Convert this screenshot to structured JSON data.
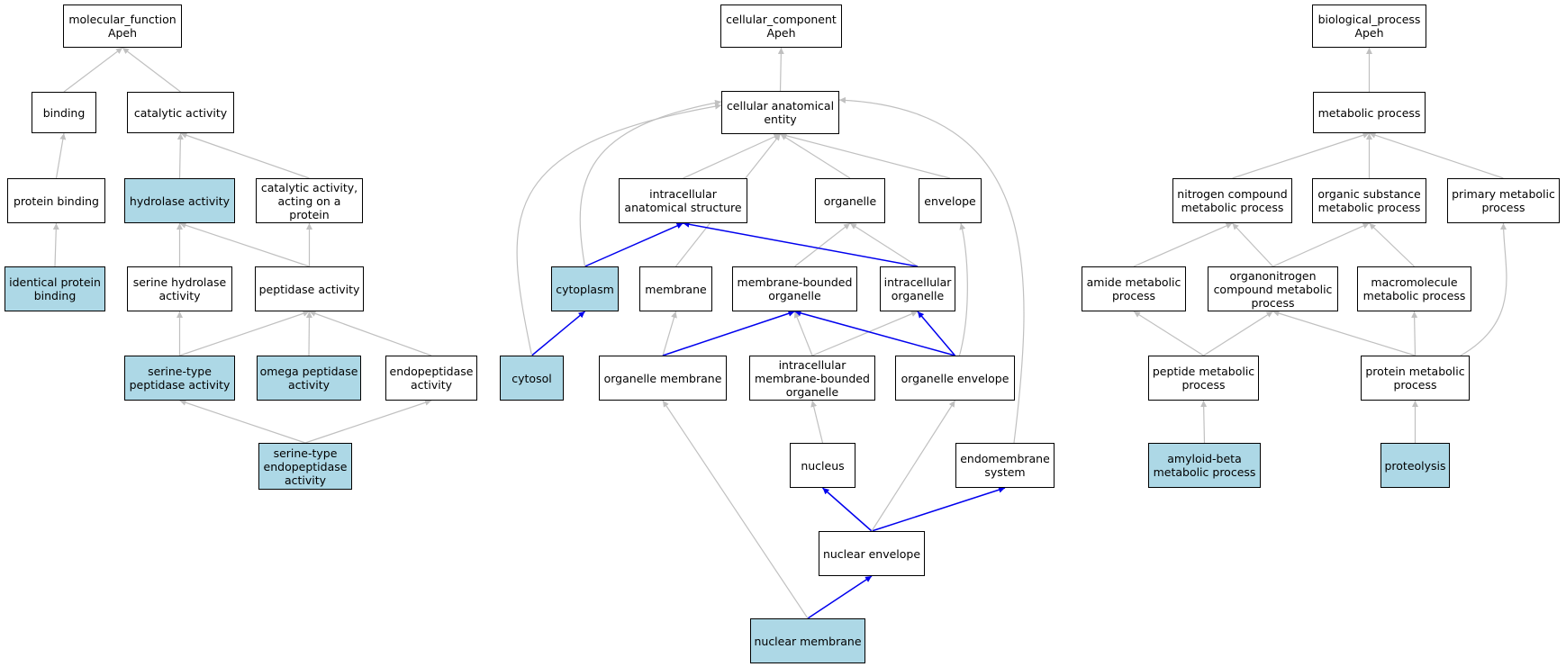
{
  "colors": {
    "highlight_fill": "#add8e6",
    "node_fill": "#ffffff",
    "edge_gray": "#c0c0c0",
    "edge_blue": "#0000ee"
  },
  "nodes": {
    "mf": {
      "label": "molecular_function\nApeh",
      "highlighted": false
    },
    "bind": {
      "label": "binding",
      "highlighted": false
    },
    "cat": {
      "label": "catalytic activity",
      "highlighted": false
    },
    "pbind": {
      "label": "protein binding",
      "highlighted": false
    },
    "hyd": {
      "label": "hydrolase activity",
      "highlighted": true
    },
    "catp": {
      "label": "catalytic activity,\nacting on a\nprotein",
      "highlighted": false
    },
    "idp": {
      "label": "identical protein\nbinding",
      "highlighted": true
    },
    "serh": {
      "label": "serine hydrolase\nactivity",
      "highlighted": false
    },
    "pep": {
      "label": "peptidase activity",
      "highlighted": false
    },
    "serp": {
      "label": "serine-type\npeptidase activity",
      "highlighted": true
    },
    "omeg": {
      "label": "omega peptidase\nactivity",
      "highlighted": true
    },
    "endo": {
      "label": "endopeptidase\nactivity",
      "highlighted": false
    },
    "sere": {
      "label": "serine-type\nendopeptidase\nactivity",
      "highlighted": true
    },
    "cc": {
      "label": "cellular_component\nApeh",
      "highlighted": false
    },
    "cae": {
      "label": "cellular anatomical\nentity",
      "highlighted": false
    },
    "ias": {
      "label": "intracellular\nanatomical structure",
      "highlighted": false
    },
    "org": {
      "label": "organelle",
      "highlighted": false
    },
    "env": {
      "label": "envelope",
      "highlighted": false
    },
    "cyto": {
      "label": "cytoplasm",
      "highlighted": true
    },
    "mem": {
      "label": "membrane",
      "highlighted": false
    },
    "mbo": {
      "label": "membrane-bounded\norganelle",
      "highlighted": false
    },
    "io": {
      "label": "intracellular\norganelle",
      "highlighted": false
    },
    "cytl": {
      "label": "cytosol",
      "highlighted": true
    },
    "om": {
      "label": "organelle membrane",
      "highlighted": false
    },
    "imbo": {
      "label": "intracellular\nmembrane-bounded\norganelle",
      "highlighted": false
    },
    "oe": {
      "label": "organelle envelope",
      "highlighted": false
    },
    "nuc": {
      "label": "nucleus",
      "highlighted": false
    },
    "ems": {
      "label": "endomembrane\nsystem",
      "highlighted": false
    },
    "ne": {
      "label": "nuclear envelope",
      "highlighted": false
    },
    "nm": {
      "label": "nuclear membrane",
      "highlighted": true
    },
    "bp": {
      "label": "biological_process\nApeh",
      "highlighted": false
    },
    "mp": {
      "label": "metabolic process",
      "highlighted": false
    },
    "ncmp": {
      "label": "nitrogen compound\nmetabolic process",
      "highlighted": false
    },
    "osmp": {
      "label": "organic substance\nmetabolic process",
      "highlighted": false
    },
    "pmp": {
      "label": "primary metabolic\nprocess",
      "highlighted": false
    },
    "amp": {
      "label": "amide metabolic\nprocess",
      "highlighted": false
    },
    "oncmp": {
      "label": "organonitrogen\ncompound metabolic\nprocess",
      "highlighted": false
    },
    "macmp": {
      "label": "macromolecule\nmetabolic process",
      "highlighted": false
    },
    "pepmp": {
      "label": "peptide metabolic\nprocess",
      "highlighted": false
    },
    "prmp": {
      "label": "protein metabolic\nprocess",
      "highlighted": false
    },
    "abmp": {
      "label": "amyloid-beta\nmetabolic process",
      "highlighted": true
    },
    "prot": {
      "label": "proteolysis",
      "highlighted": true
    }
  }
}
